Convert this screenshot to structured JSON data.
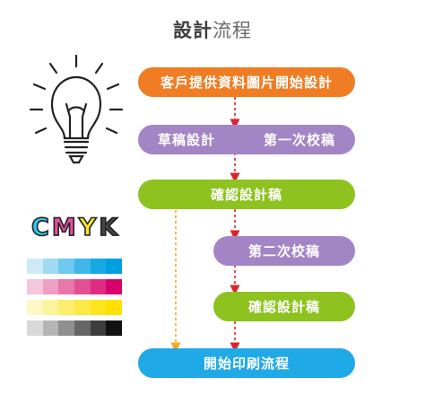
{
  "title": {
    "bold": "設計",
    "light": "流程"
  },
  "steps": {
    "start": "客戶提供資料圖片開始設計",
    "draft": "草稿設計",
    "first_revision": "第一次校稿",
    "confirm_1": "確認設計稿",
    "second_revision": "第二次校稿",
    "confirm_2": "確認設計稿",
    "print": "開始印刷流程"
  },
  "cmyk": {
    "c": "C",
    "m": "M",
    "y": "Y",
    "k": "K"
  },
  "colors": {
    "orange": "#f07d24",
    "purple": "#a385c6",
    "green": "#8dc21f",
    "blue": "#1fa9e6",
    "arrow_red": "#d8262c",
    "arrow_orange": "#f5a623",
    "cyan_swatches": [
      "#cdebf7",
      "#9fdaf2",
      "#6fc9ee",
      "#3fb7ea",
      "#16a8e3",
      "#009fe0"
    ],
    "magenta_swatches": [
      "#f5c6dc",
      "#ef9fc3",
      "#e877aa",
      "#e25094",
      "#de2c82",
      "#d9006e"
    ],
    "yellow_swatches": [
      "#fdf8c4",
      "#fdf39b",
      "#fdee70",
      "#fde945",
      "#fee41c",
      "#ffe100"
    ],
    "black_swatches": [
      "#d9d9d9",
      "#b5b5b5",
      "#8f8f8f",
      "#666666",
      "#3d3d3d",
      "#111111"
    ]
  }
}
